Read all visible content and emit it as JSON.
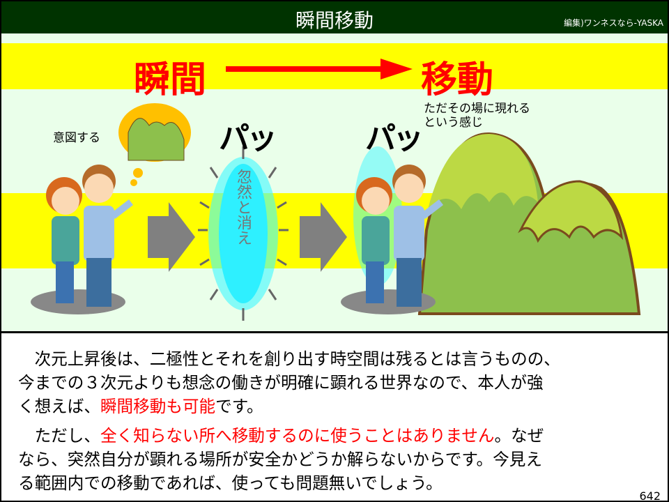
{
  "header": {
    "title": "瞬間移動",
    "credit": "編集)ワンネスなら-YASKA"
  },
  "banner": {
    "left": "瞬間",
    "right": "移動"
  },
  "illustration": {
    "intent_label": "意図する",
    "pa1": "パッ",
    "pa2": "パッ",
    "vanish_text": "忽然と消え",
    "appear_label_1": "ただその場に現れる",
    "appear_label_2": "という感じ"
  },
  "body": {
    "p1": {
      "l1": "　次元上昇後は、二極性とそれを創り出す時空間は残るとは言うものの、",
      "l2": "今までの３次元よりも想念の働きが明確に顕れる世界なので、本人が強",
      "l3a": "く想えば、",
      "l3b": "瞬間移動も可能",
      "l3c": "です。"
    },
    "p2": {
      "l1a": "　ただし、",
      "l1b": "全く知らない所へ移動するのに使うことはありません",
      "l1c": "。なぜ",
      "l2": "なら、突然自分が顕れる場所が安全かどうか解らないからです。今見え",
      "l3": "る範囲内での移動であれば、使っても問題無いでしょう。"
    }
  },
  "page_number": "642",
  "colors": {
    "header": "#003300",
    "accent": "#ff0000",
    "band": "#ffff00",
    "background": "#eaffea"
  }
}
